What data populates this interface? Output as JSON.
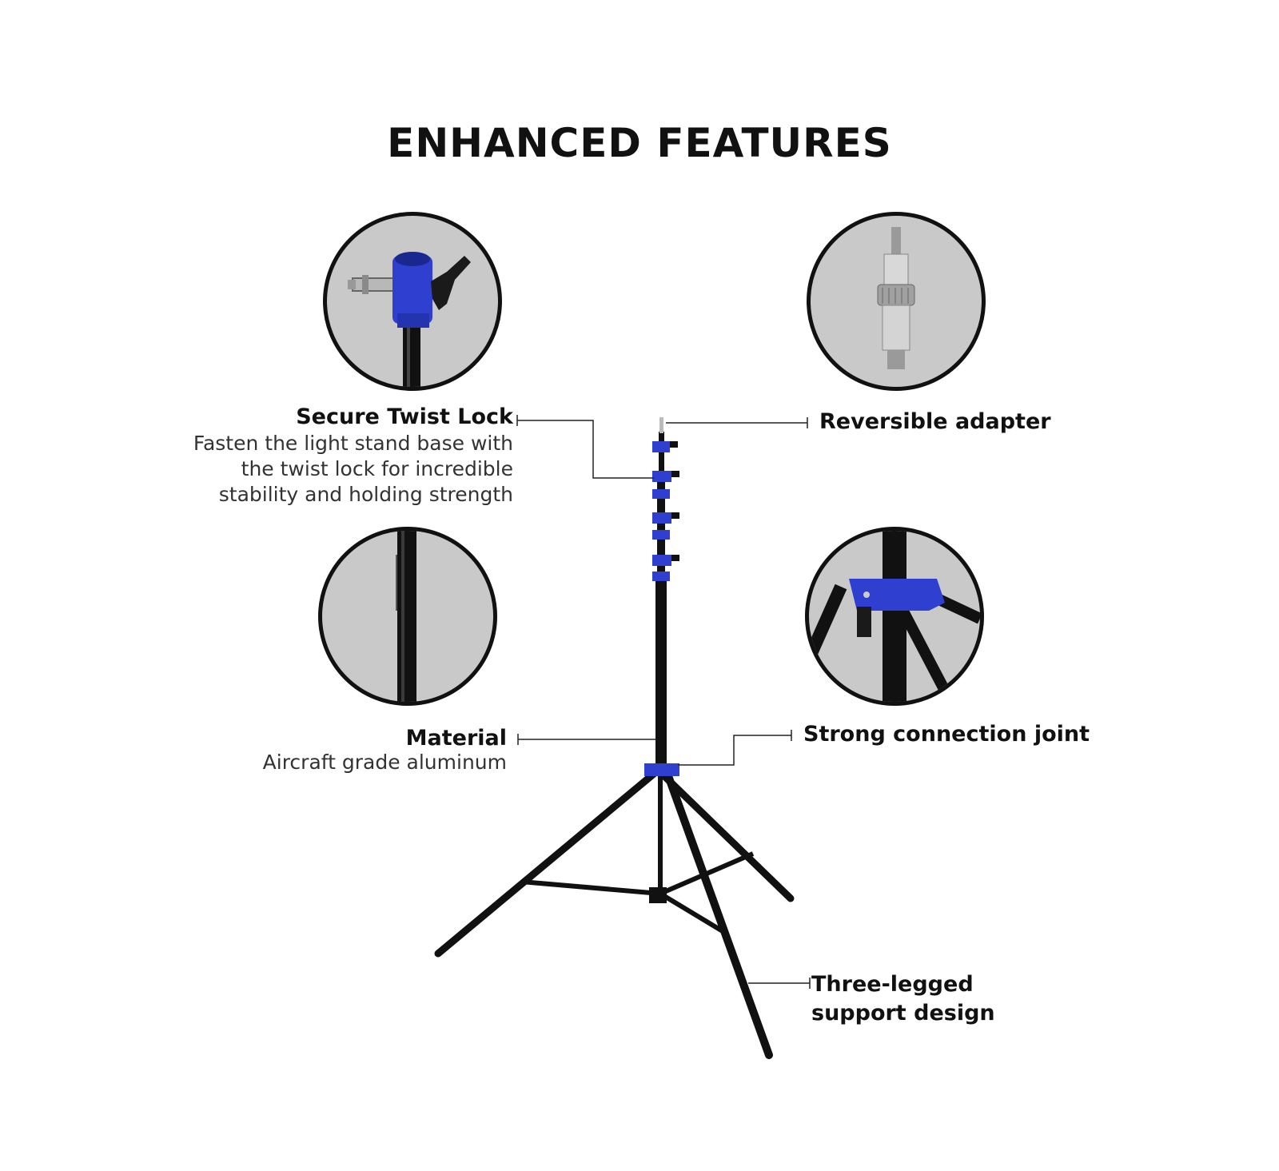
{
  "title": "ENHANCED FEATURES",
  "features": {
    "twist_lock": {
      "heading": "Secure Twist Lock",
      "lines": [
        "Fasten the light stand base with",
        "the twist lock for incredible",
        "stability and holding strength"
      ]
    },
    "adapter": {
      "heading": "Reversible adapter"
    },
    "material": {
      "heading": "Material",
      "desc": "Aircraft grade aluminum"
    },
    "joint": {
      "heading": "Strong connection joint"
    },
    "legs": {
      "lines": [
        "Three-legged",
        "support design"
      ]
    }
  },
  "colors": {
    "accent_blue": "#2f3fcf",
    "pole_black": "#111111",
    "circle_bg": "#c9c9c9"
  }
}
